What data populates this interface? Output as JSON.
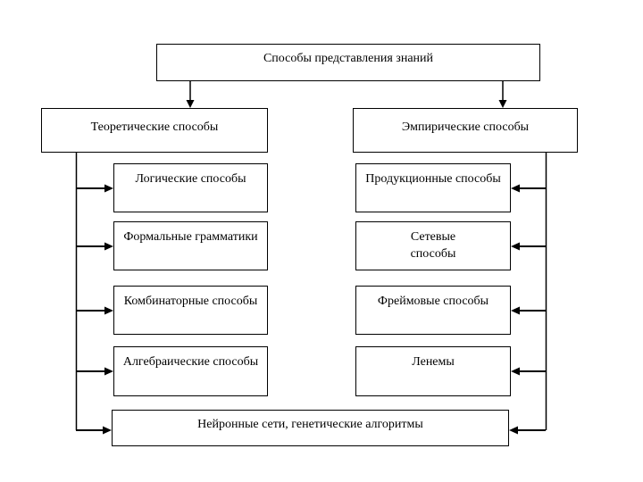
{
  "diagram": {
    "root": {
      "label": "Способы представления знаний"
    },
    "branches": [
      {
        "label": "Теоретические способы",
        "children": [
          {
            "label": "Логические способы"
          },
          {
            "label": "Формальные грамматики"
          },
          {
            "label": "Комбинаторные способы"
          },
          {
            "label": "Алгебраические способы"
          }
        ]
      },
      {
        "label": "Эмпирические способы",
        "children": [
          {
            "label": "Продукционные способы"
          },
          {
            "label": "Сетевые\nспособы"
          },
          {
            "label": "Фреймовые способы"
          },
          {
            "label": "Ленемы"
          }
        ]
      }
    ],
    "bottom": {
      "label": "Нейронные сети, генетические алгоритмы"
    }
  }
}
